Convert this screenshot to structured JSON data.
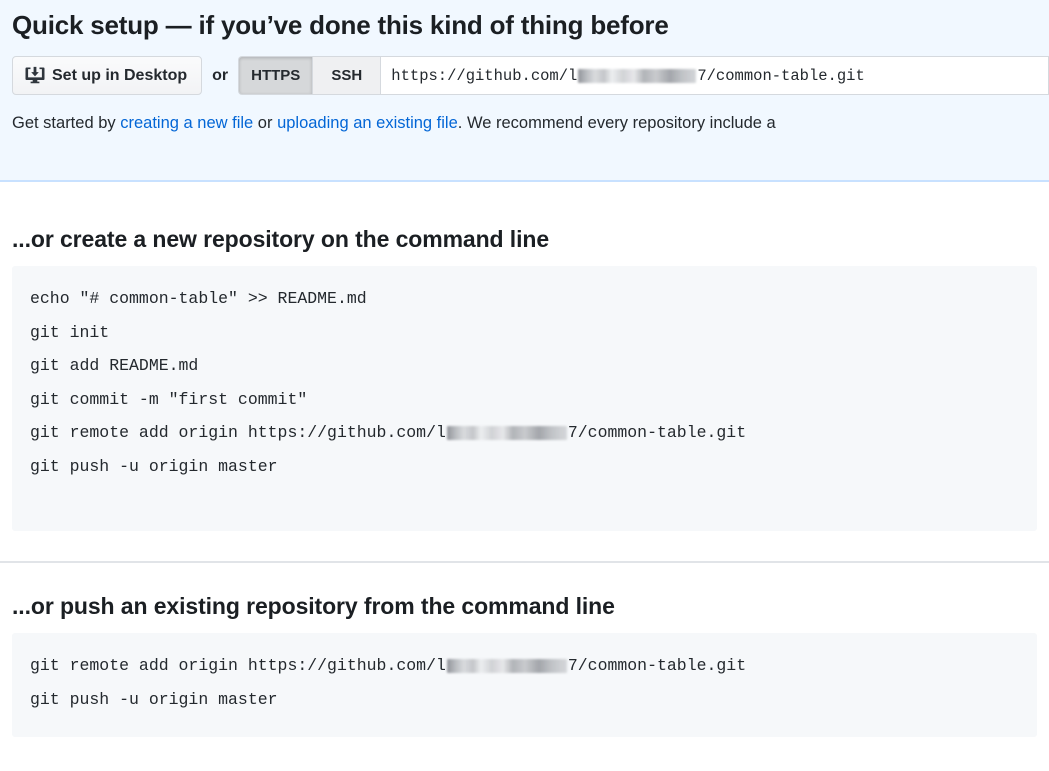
{
  "quick_setup": {
    "title": "Quick setup — if you’ve done this kind of thing before",
    "desktop_button_label": "Set up in Desktop",
    "desktop_icon": "desktop-download-icon",
    "or_label": "or",
    "protocols": [
      {
        "label": "HTTPS",
        "selected": true
      },
      {
        "label": "SSH",
        "selected": false
      }
    ],
    "clone_url": {
      "prefix": "https://github.com/l",
      "redacted": true,
      "suffix": "7/common-table.git"
    },
    "get_started": {
      "text_before": "Get started by ",
      "link_one": "creating a new file",
      "text_middle": " or ",
      "link_two": "uploading an existing file",
      "text_after": ". We recommend every repository include a"
    }
  },
  "sections": [
    {
      "heading": "...or create a new repository on the command line",
      "lines": [
        {
          "text": "echo \"# common-table\" >> README.md"
        },
        {
          "text": "git init"
        },
        {
          "text": "git add README.md"
        },
        {
          "text": "git commit -m \"first commit\""
        },
        {
          "prefix": "git remote add origin https://github.com/l",
          "redacted": true,
          "suffix": "7/common-table.git"
        },
        {
          "text": "git push -u origin master"
        }
      ]
    },
    {
      "heading": "...or push an existing repository from the command line",
      "lines": [
        {
          "prefix": "git remote add origin https://github.com/l",
          "redacted": true,
          "suffix": "7/common-table.git"
        },
        {
          "text": "git push -u origin master"
        }
      ]
    }
  ],
  "colors": {
    "banner_background": "#f1f8ff",
    "banner_border": "#c8e1ff",
    "link": "#0366d6",
    "code_background": "#f6f8fa",
    "text": "#24292e",
    "divider": "#e1e4e8"
  }
}
